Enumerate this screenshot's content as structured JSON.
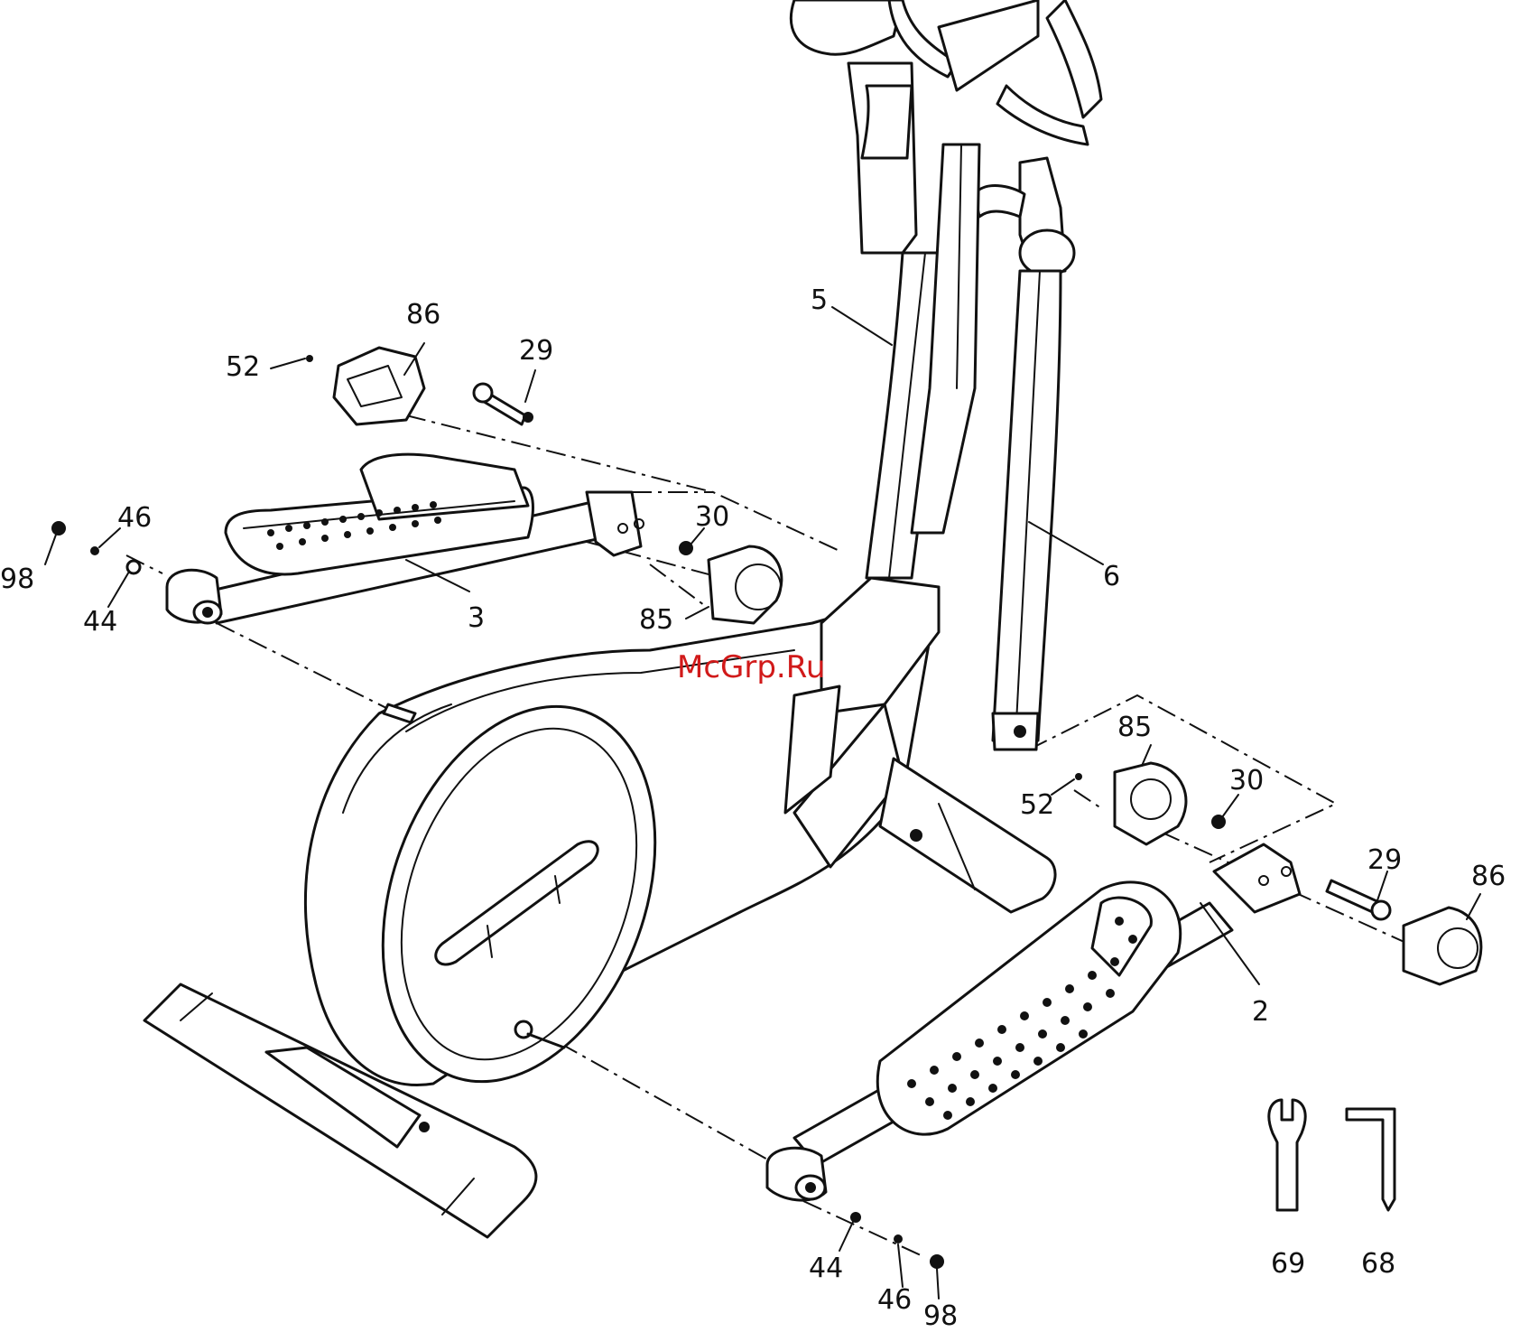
{
  "watermark": "McGrp.Ru",
  "part_labels": [
    {
      "id": "label-5",
      "text": "5"
    },
    {
      "id": "label-6",
      "text": "6"
    },
    {
      "id": "label-86-top",
      "text": "86"
    },
    {
      "id": "label-52-top",
      "text": "52"
    },
    {
      "id": "label-29-top",
      "text": "29"
    },
    {
      "id": "label-30-top",
      "text": "30"
    },
    {
      "id": "label-46-top",
      "text": "46"
    },
    {
      "id": "label-98-top",
      "text": "98"
    },
    {
      "id": "label-44-top",
      "text": "44"
    },
    {
      "id": "label-3",
      "text": "3"
    },
    {
      "id": "label-85-top",
      "text": "85"
    },
    {
      "id": "label-85-right",
      "text": "85"
    },
    {
      "id": "label-52-right",
      "text": "52"
    },
    {
      "id": "label-30-right",
      "text": "30"
    },
    {
      "id": "label-29-right",
      "text": "29"
    },
    {
      "id": "label-86-right",
      "text": "86"
    },
    {
      "id": "label-2",
      "text": "2"
    },
    {
      "id": "label-44-bottom",
      "text": "44"
    },
    {
      "id": "label-46-bottom",
      "text": "46"
    },
    {
      "id": "label-98-bottom",
      "text": "98"
    },
    {
      "id": "label-69",
      "text": "69"
    },
    {
      "id": "label-68",
      "text": "68"
    }
  ]
}
